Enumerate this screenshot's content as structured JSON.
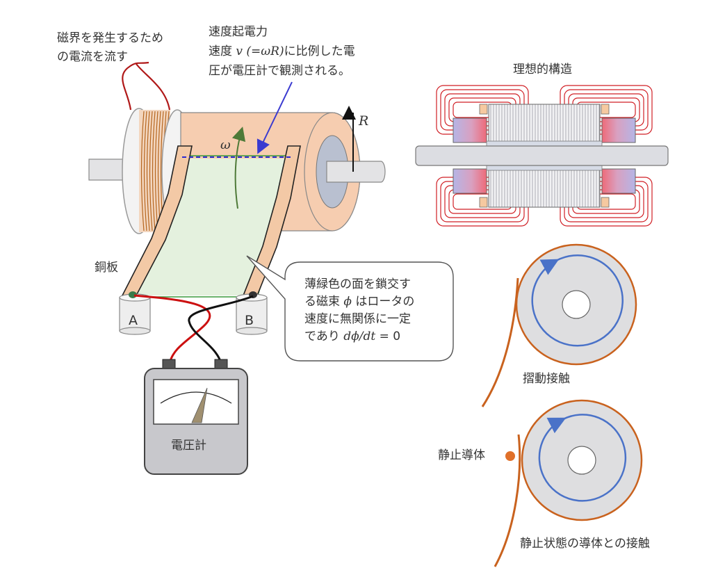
{
  "labels": {
    "coil_current_line1": "磁界を発生するため",
    "coil_current_line2": "の電流を流す",
    "emf_title": "速度起電力",
    "emf_line2_prefix": "速度",
    "emf_v": "v",
    "emf_paren": "(=ωR)",
    "emf_line2_suffix": "に比例した電",
    "emf_line3": "圧が電圧計で観測される。",
    "omega": "ω",
    "radius_R": "R",
    "copper_plate": "銅板",
    "terminal_a": "A",
    "terminal_b": "B",
    "voltmeter": "電圧計",
    "ideal_structure": "理想的構造",
    "sliding_contact": "摺動接触",
    "static_conductor": "静止導体",
    "static_contact": "静止状態の導体との接触"
  },
  "callout": {
    "line1": "薄緑色の面を鎖交す",
    "line2_prefix": "る磁束",
    "line2_phi": "ϕ",
    "line2_suffix": "はロータの",
    "line3": "速度に無関係に一定",
    "line4_prefix": "であり",
    "line4_math": "dϕ/dt",
    "line4_suffix": "= 0"
  },
  "colors": {
    "coil_wire": "#b01818",
    "rotor_body": "#f6cdb0",
    "copper": "#f3c9a6",
    "green_surface": "#e4f1de",
    "green_line": "#3a9a3a",
    "emf_arrow": "#3a3ad0",
    "disk_gray": "#dedee0",
    "rotation_arrow": "#4a72c8",
    "contact_orange": "#c9621e",
    "magnet_pink": "#ee6a78",
    "magnet_blue": "#b5b5e6"
  }
}
